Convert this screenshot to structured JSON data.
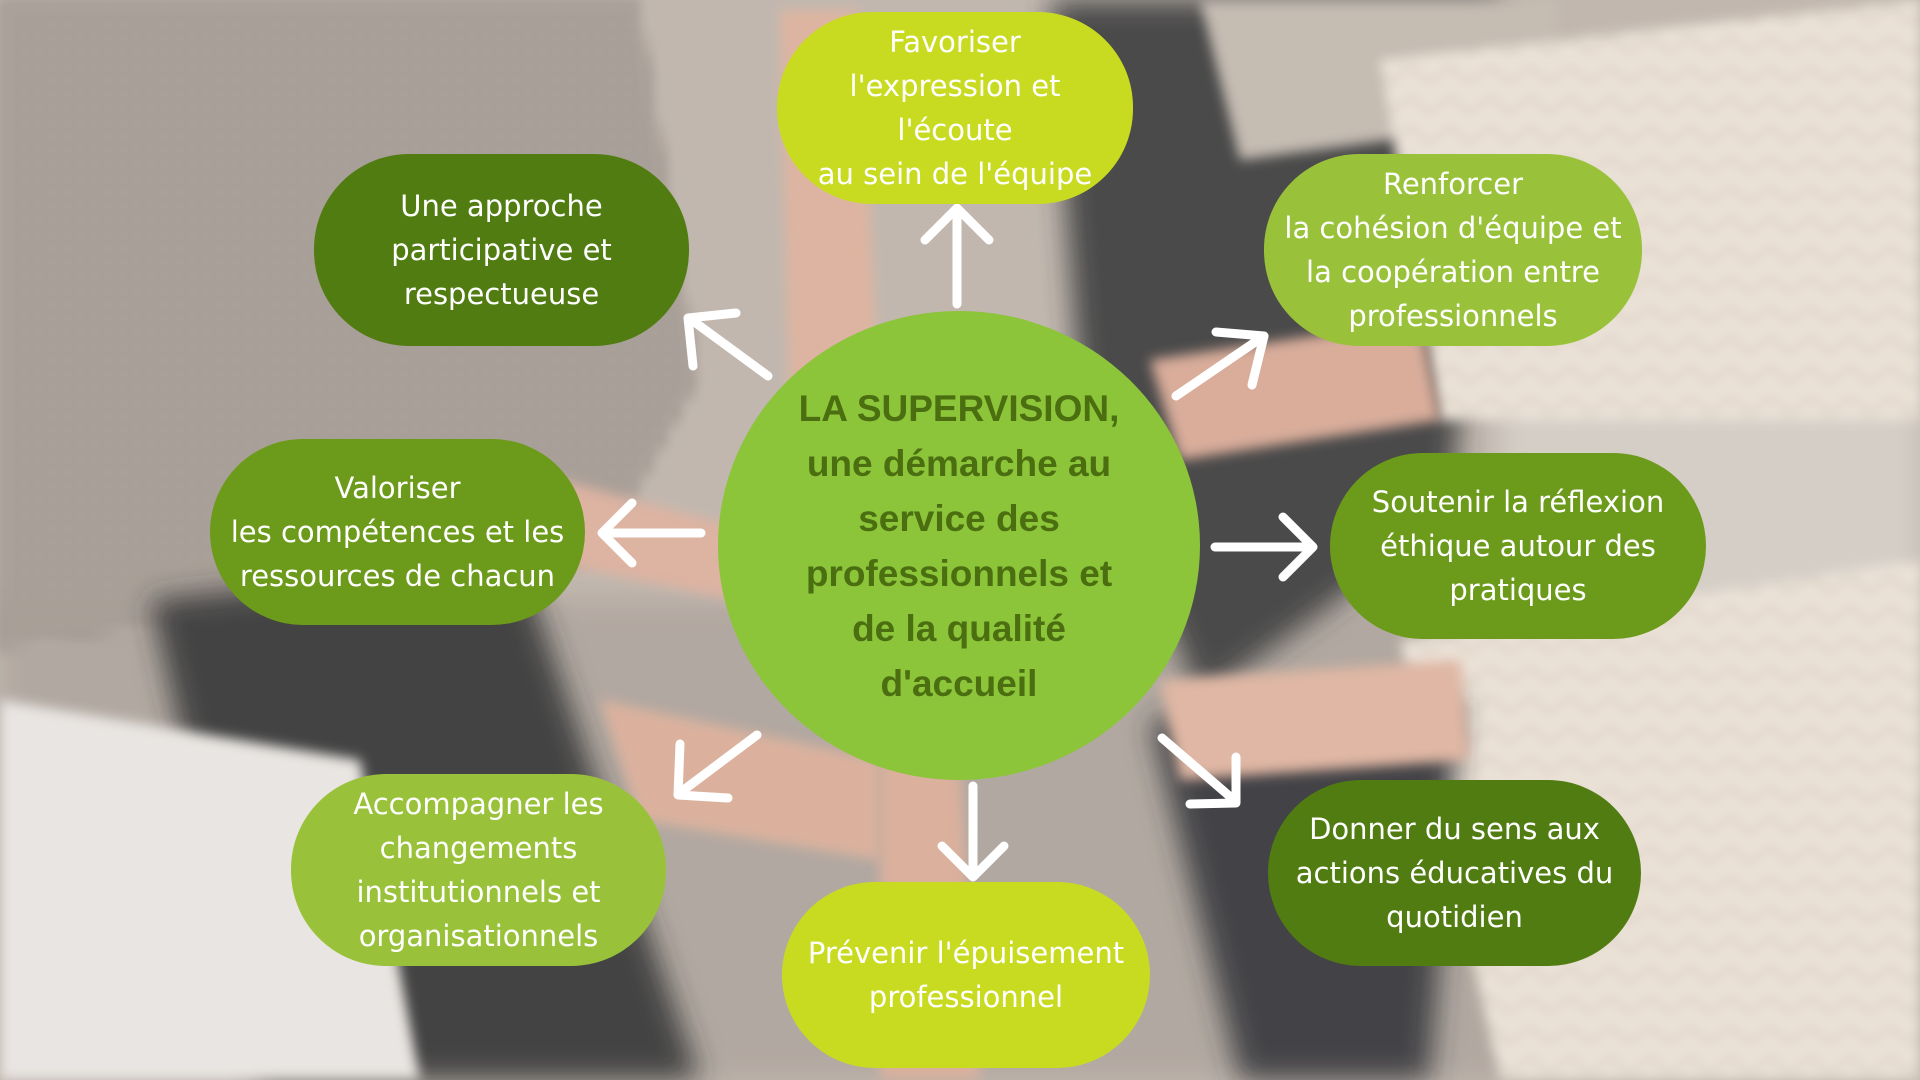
{
  "center": {
    "text": "LA SUPERVISION,\nune démarche au\nservice des\nprofessionnels et\nde la qualité\nd'accueil"
  },
  "bubbles": {
    "expression": "Favoriser\nl'expression et l'écoute\nau sein de l'équipe",
    "cohesion": "Renforcer\nla cohésion d'équipe et\nla coopération entre\nprofessionnels",
    "ethique": "Soutenir la réflexion\néthique autour des\npratiques",
    "sens": "Donner du sens aux\nactions éducatives du\nquotidien",
    "epuisement": "Prévenir l'épuisement\nprofessionnel",
    "changements": "Accompagner les\nchangements\ninstitutionnels et\norganisationnels",
    "competences": "Valoriser\nles compétences et les\nressources de chacun",
    "approche": "Une approche\nparticipative et\nrespectueuse"
  },
  "colors": {
    "yellow": "#c9db21",
    "light_green": "#99c23a",
    "mid_green": "#6c9a1a",
    "dark_green": "#517c12",
    "center_fill": "#8cc43a",
    "center_text": "#4a6e10",
    "arrow": "#ffffff"
  }
}
